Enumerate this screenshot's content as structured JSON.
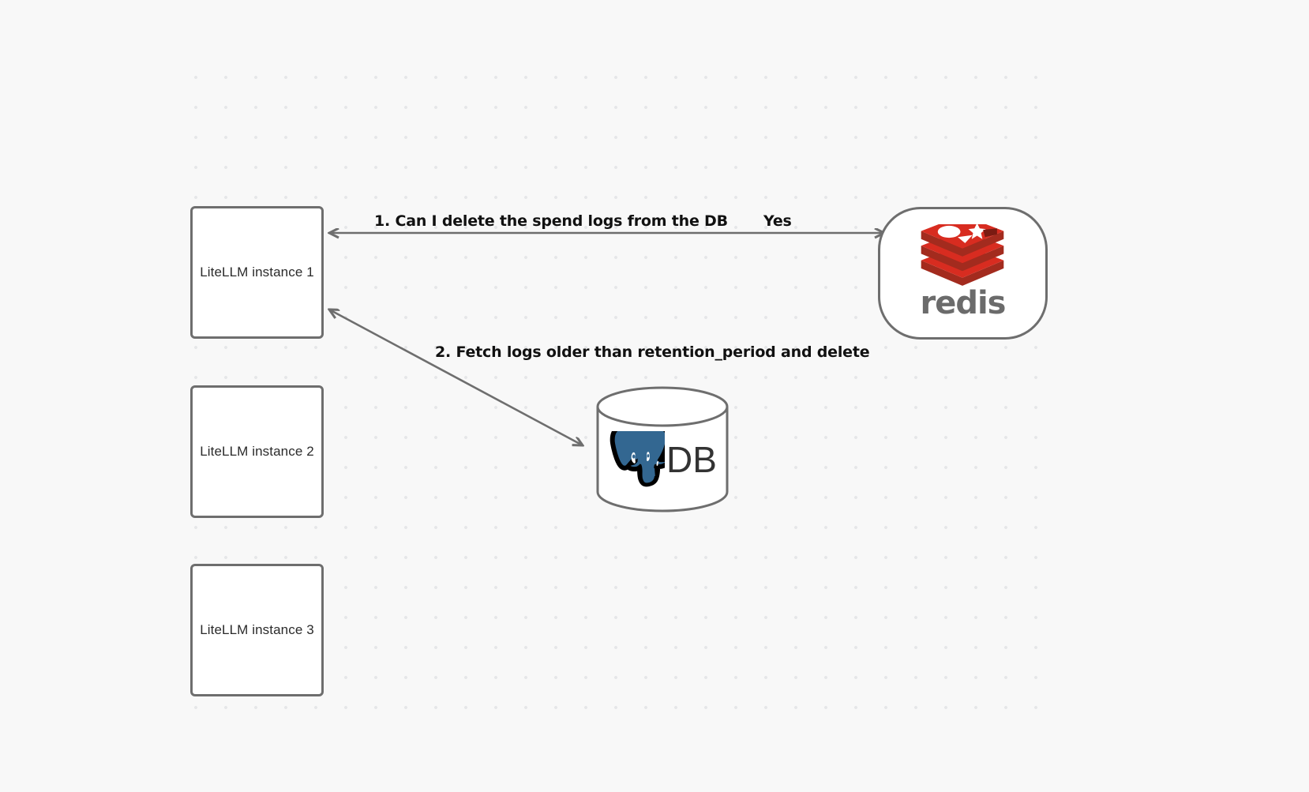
{
  "canvas": {
    "background_color": "#f8f8f8",
    "grid_dot_color": "#e6e7e9"
  },
  "nodes": [
    {
      "id": "llm1",
      "label": "LiteLLM instance 1",
      "shape": "rounded-rect"
    },
    {
      "id": "llm2",
      "label": "LiteLLM instance 2",
      "shape": "rounded-rect"
    },
    {
      "id": "llm3",
      "label": "LiteLLM instance 3",
      "shape": "rounded-rect"
    },
    {
      "id": "redis",
      "label": "redis",
      "shape": "stadium",
      "logo": "redis-logo",
      "logo_color": "#d82c20",
      "wordmark_color": "#6b6b6b"
    },
    {
      "id": "db",
      "label": "DB",
      "shape": "cylinder",
      "logo": "postgresql-elephant-logo",
      "logo_color": "#336791"
    }
  ],
  "edges": [
    {
      "id": "edge-1",
      "from": "llm1",
      "to": "redis",
      "label": "1.  Can I delete the spend logs from the DB",
      "reply_label": "Yes",
      "direction": "bidirectional",
      "color": "#6e6e6e"
    },
    {
      "id": "edge-2",
      "from": "llm1",
      "to": "db",
      "label": "2.  Fetch logs older than retention_period and delete",
      "direction": "bidirectional",
      "color": "#6e6e6e"
    }
  ],
  "labels": {
    "edge1_main": "1.  Can I delete the spend logs from the DB",
    "edge1_reply": "Yes",
    "edge2_main": "2.  Fetch logs older than retention_period and delete",
    "db_text": "DB",
    "redis_wordmark": "redis"
  }
}
